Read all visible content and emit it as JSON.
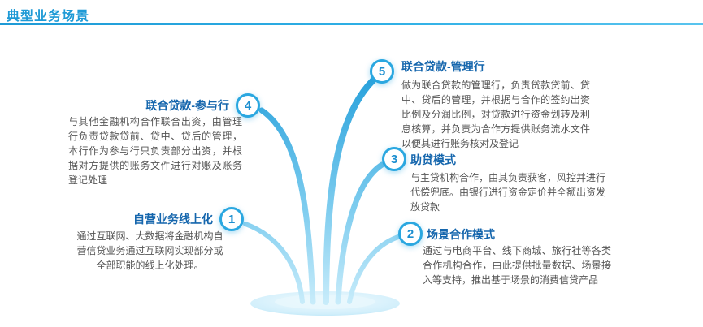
{
  "header": {
    "title": "典型业务场景"
  },
  "nodes": [
    {
      "num": "1",
      "title": "自营业务线上化",
      "desc": "通过互联网、大数据将金融机构自营信贷业务通过互联网实现部分或全部职能的线上化处理。"
    },
    {
      "num": "2",
      "title": "场景合作模式",
      "desc": "通过与电商平台、线下商城、旅行社等各类合作机构合作，由此提供批量数据、场景接入等支持，推出基于场景的消费信贷产品"
    },
    {
      "num": "3",
      "title": "助贷模式",
      "desc": "与主贷机构合作，由其负责获客，风控并进行代偿兜底。由银行进行资金定价并全额出资发放贷款"
    },
    {
      "num": "4",
      "title": "联合贷款-参与行",
      "desc": "与其他金融机构合作联合出资，由管理行负责贷款贷前、贷中、贷后的管理，本行作为参与行只负责部分出资，并根据对方提供的账务文件进行对账及账务登记处理"
    },
    {
      "num": "5",
      "title": "联合贷款-管理行",
      "desc": "做为联合贷款的管理行，负责贷款贷前、贷中、贷后的管理，并根据与合作的签约出资比例及分润比例，对贷款进行资金划转及利息核算，并负责为合作方提供账务流水文件以便其进行账务核对及登记"
    }
  ],
  "colors": {
    "accent": "#2aa7e0",
    "heading": "#1566ad",
    "title": "#1e9ad6",
    "body": "#555555"
  }
}
